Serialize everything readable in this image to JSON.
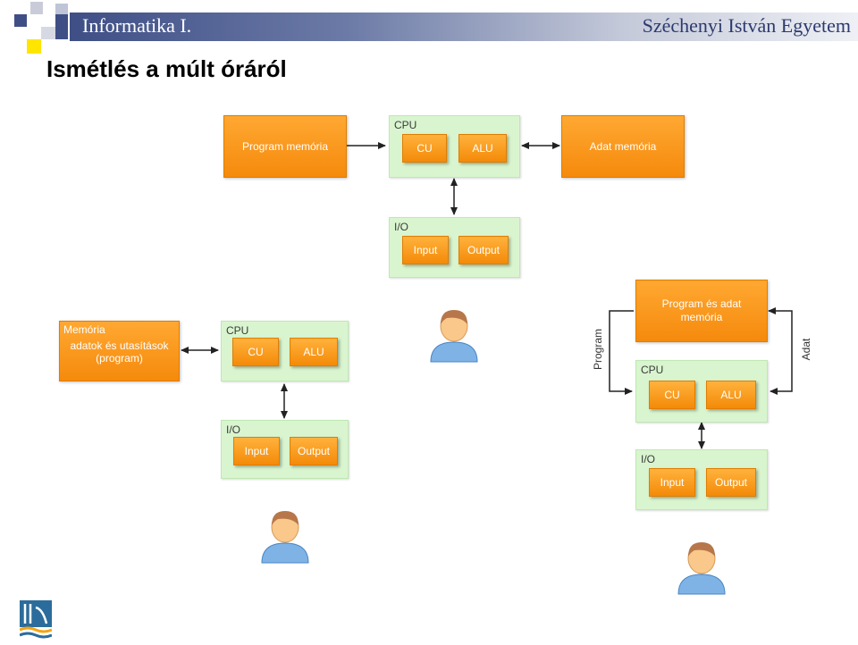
{
  "header": {
    "left_title": "Informatika I.",
    "right_title": "Széchenyi István Egyetem"
  },
  "slide": {
    "title": "Ismétlés a múlt óráról"
  },
  "diagram_top": {
    "program_memory": "Program memória",
    "data_memory": "Adat memória",
    "cpu_label": "CPU",
    "cu": "CU",
    "alu": "ALU",
    "io_label": "I/O",
    "input": "Input",
    "output": "Output"
  },
  "diagram_left": {
    "memory_label": "Memória",
    "memory_content": "adatok és utasítások (program)",
    "cpu_label": "CPU",
    "cu": "CU",
    "alu": "ALU",
    "io_label": "I/O",
    "input": "Input",
    "output": "Output"
  },
  "diagram_right": {
    "memory": "Program és adat memória",
    "program_arrow_label": "Program",
    "data_arrow_label": "Adat",
    "cpu_label": "CPU",
    "cu": "CU",
    "alu": "ALU",
    "io_label": "I/O",
    "input": "Input",
    "output": "Output"
  },
  "icons": [
    "user-icon",
    "university-logo-icon"
  ],
  "colors": {
    "orange": "#f58a0c",
    "green_panel": "#d9f5cf",
    "header_blue": "#3f4f86"
  }
}
